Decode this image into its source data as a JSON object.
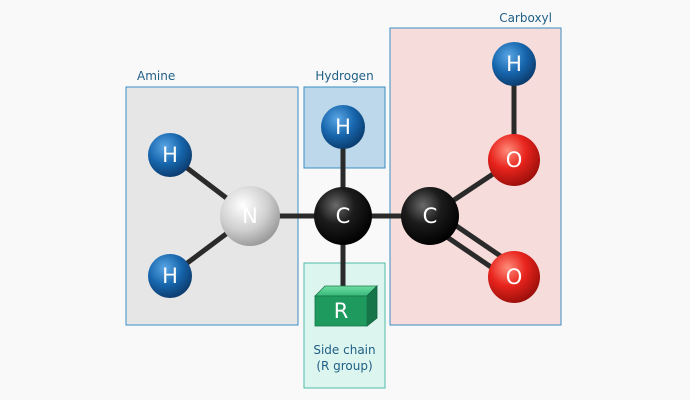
{
  "groups": {
    "amine": {
      "label": "Amine",
      "fill": "#e6e6e6"
    },
    "hydrogen": {
      "label": "Hydrogen",
      "fill": "#bcd8ea"
    },
    "carboxyl": {
      "label": "Carboxyl",
      "fill": "#f6dcda"
    },
    "side_chain": {
      "label_line1": "Side chain",
      "label_line2": "(R group)",
      "fill": "#dcf5ee"
    }
  },
  "atoms": {
    "amine_h_top": {
      "symbol": "H"
    },
    "amine_h_bottom": {
      "symbol": "H"
    },
    "nitrogen": {
      "symbol": "N"
    },
    "alpha_carbon": {
      "symbol": "C"
    },
    "hydrogen_h": {
      "symbol": "H"
    },
    "carboxyl_carbon": {
      "symbol": "C"
    },
    "hydroxyl_oxygen": {
      "symbol": "O"
    },
    "hydroxyl_hydrogen": {
      "symbol": "H"
    },
    "carbonyl_oxygen": {
      "symbol": "O"
    },
    "r_group": {
      "symbol": "R"
    }
  },
  "colors": {
    "hydrogen": "#1766ad",
    "nitrogen": "#c9c9c9",
    "carbon": "#151515",
    "oxygen": "#e8241d",
    "r_group": "#1f9a5e",
    "bond": "#2a2a2a",
    "box_border": "#3a8ec4",
    "box_border_green": "#4fbba8"
  }
}
